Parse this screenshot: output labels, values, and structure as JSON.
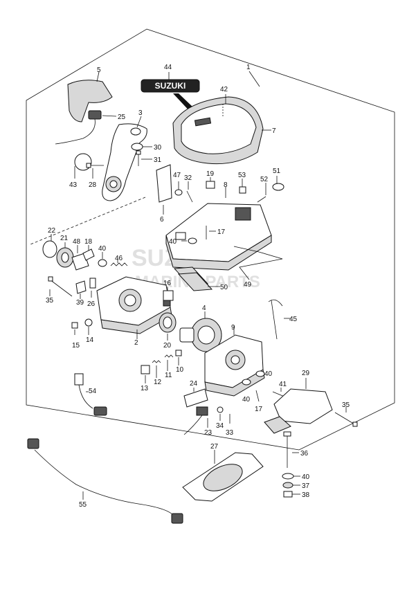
{
  "brand_badge": "SUZUKI",
  "watermark": {
    "line1": "SUZUKI",
    "line2": "MARINE PARTS"
  },
  "callouts": {
    "c1": "1",
    "c2": "2",
    "c3": "3",
    "c4": "4",
    "c5": "5",
    "c6": "6",
    "c7": "7",
    "c8": "8",
    "c9": "9",
    "c10": "10",
    "c11": "11",
    "c12": "12",
    "c13": "13",
    "c14": "14",
    "c15": "15",
    "c16": "16",
    "c17a": "17",
    "c17b": "17",
    "c18": "18",
    "c19": "19",
    "c20": "20",
    "c21": "21",
    "c22": "22",
    "c23": "23",
    "c24": "24",
    "c25": "25",
    "c26": "26",
    "c27": "27",
    "c28": "28",
    "c29": "29",
    "c30": "30",
    "c31": "31",
    "c32": "32",
    "c33": "33",
    "c34": "34",
    "c35a": "35",
    "c35b": "35",
    "c36": "36",
    "c37": "37",
    "c38": "38",
    "c39": "39",
    "c40a": "40",
    "c40b": "40",
    "c40c": "40",
    "c40d": "40",
    "c40e": "40",
    "c41": "41",
    "c42": "42",
    "c43": "43",
    "c44": "44",
    "c45": "45",
    "c46": "46",
    "c47": "47",
    "c48": "48",
    "c49": "49",
    "c50": "50",
    "c51": "51",
    "c52": "52",
    "c53": "53",
    "c54": "54",
    "c55": "55"
  }
}
